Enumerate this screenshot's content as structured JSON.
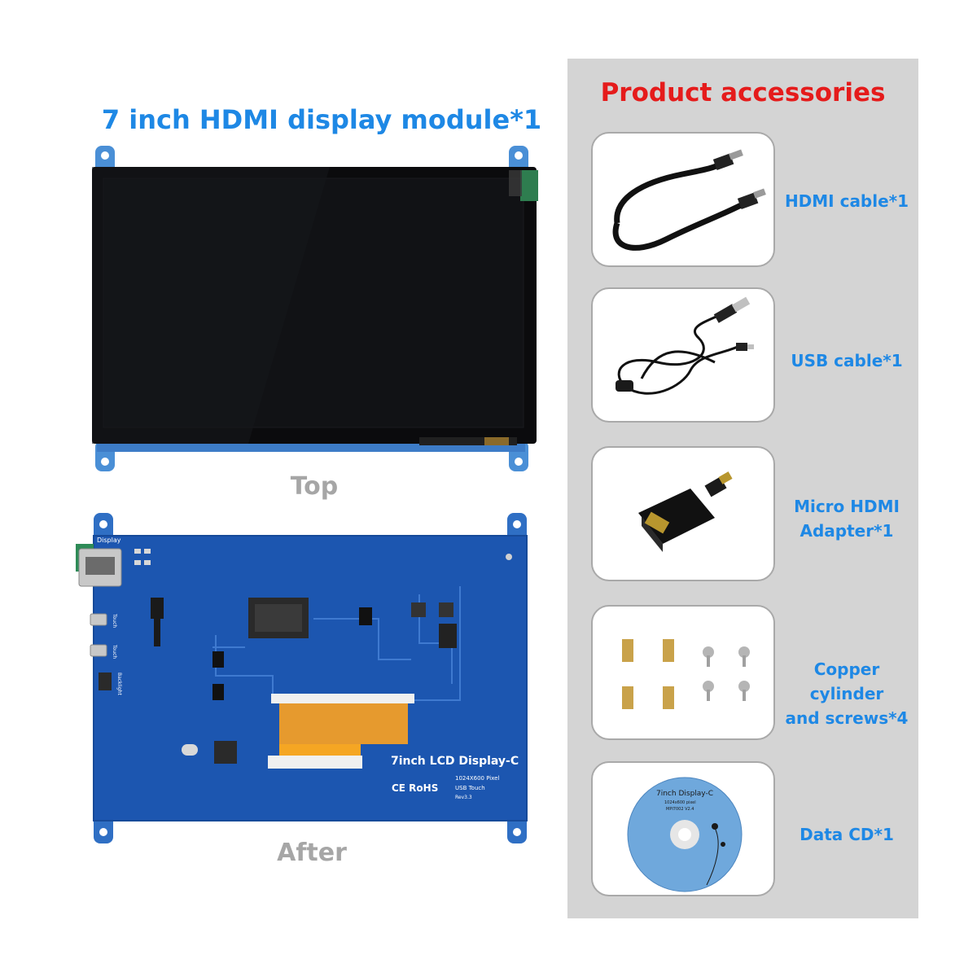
{
  "main_title": "7 inch HDMI display module*1",
  "views": {
    "top_label": "Top",
    "after_label": "After"
  },
  "board": {
    "name": "7inch LCD Display-C",
    "resolution": "1024X600 Pixel",
    "touch": "USB Touch",
    "rev": "Rev3.3",
    "marks": "CE RoHS",
    "display_port_label": "Display",
    "touch_port_label": "Touch",
    "backlight_label": "Backlight"
  },
  "accessories": {
    "title": "Product accessories",
    "items": [
      {
        "line1": "HDMI cable*1",
        "line2": ""
      },
      {
        "line1": "USB cable*1",
        "line2": ""
      },
      {
        "line1": "Micro HDMI",
        "line2": "Adapter*1"
      },
      {
        "line1": "Copper cylinder",
        "line2": "and screws*4"
      },
      {
        "line1": "Data CD*1",
        "line2": ""
      }
    ]
  },
  "cd": {
    "title": "7inch Display-C",
    "subtitle": "1024x600 pixel",
    "model": "MPI7002 V2.4"
  },
  "colors": {
    "title_blue": "#1e88e5",
    "accent_red": "#e51b1b",
    "label_gray": "#a6a6a6",
    "panel_gray": "#d4d4d4",
    "pcb_blue": "#1c56b0"
  }
}
